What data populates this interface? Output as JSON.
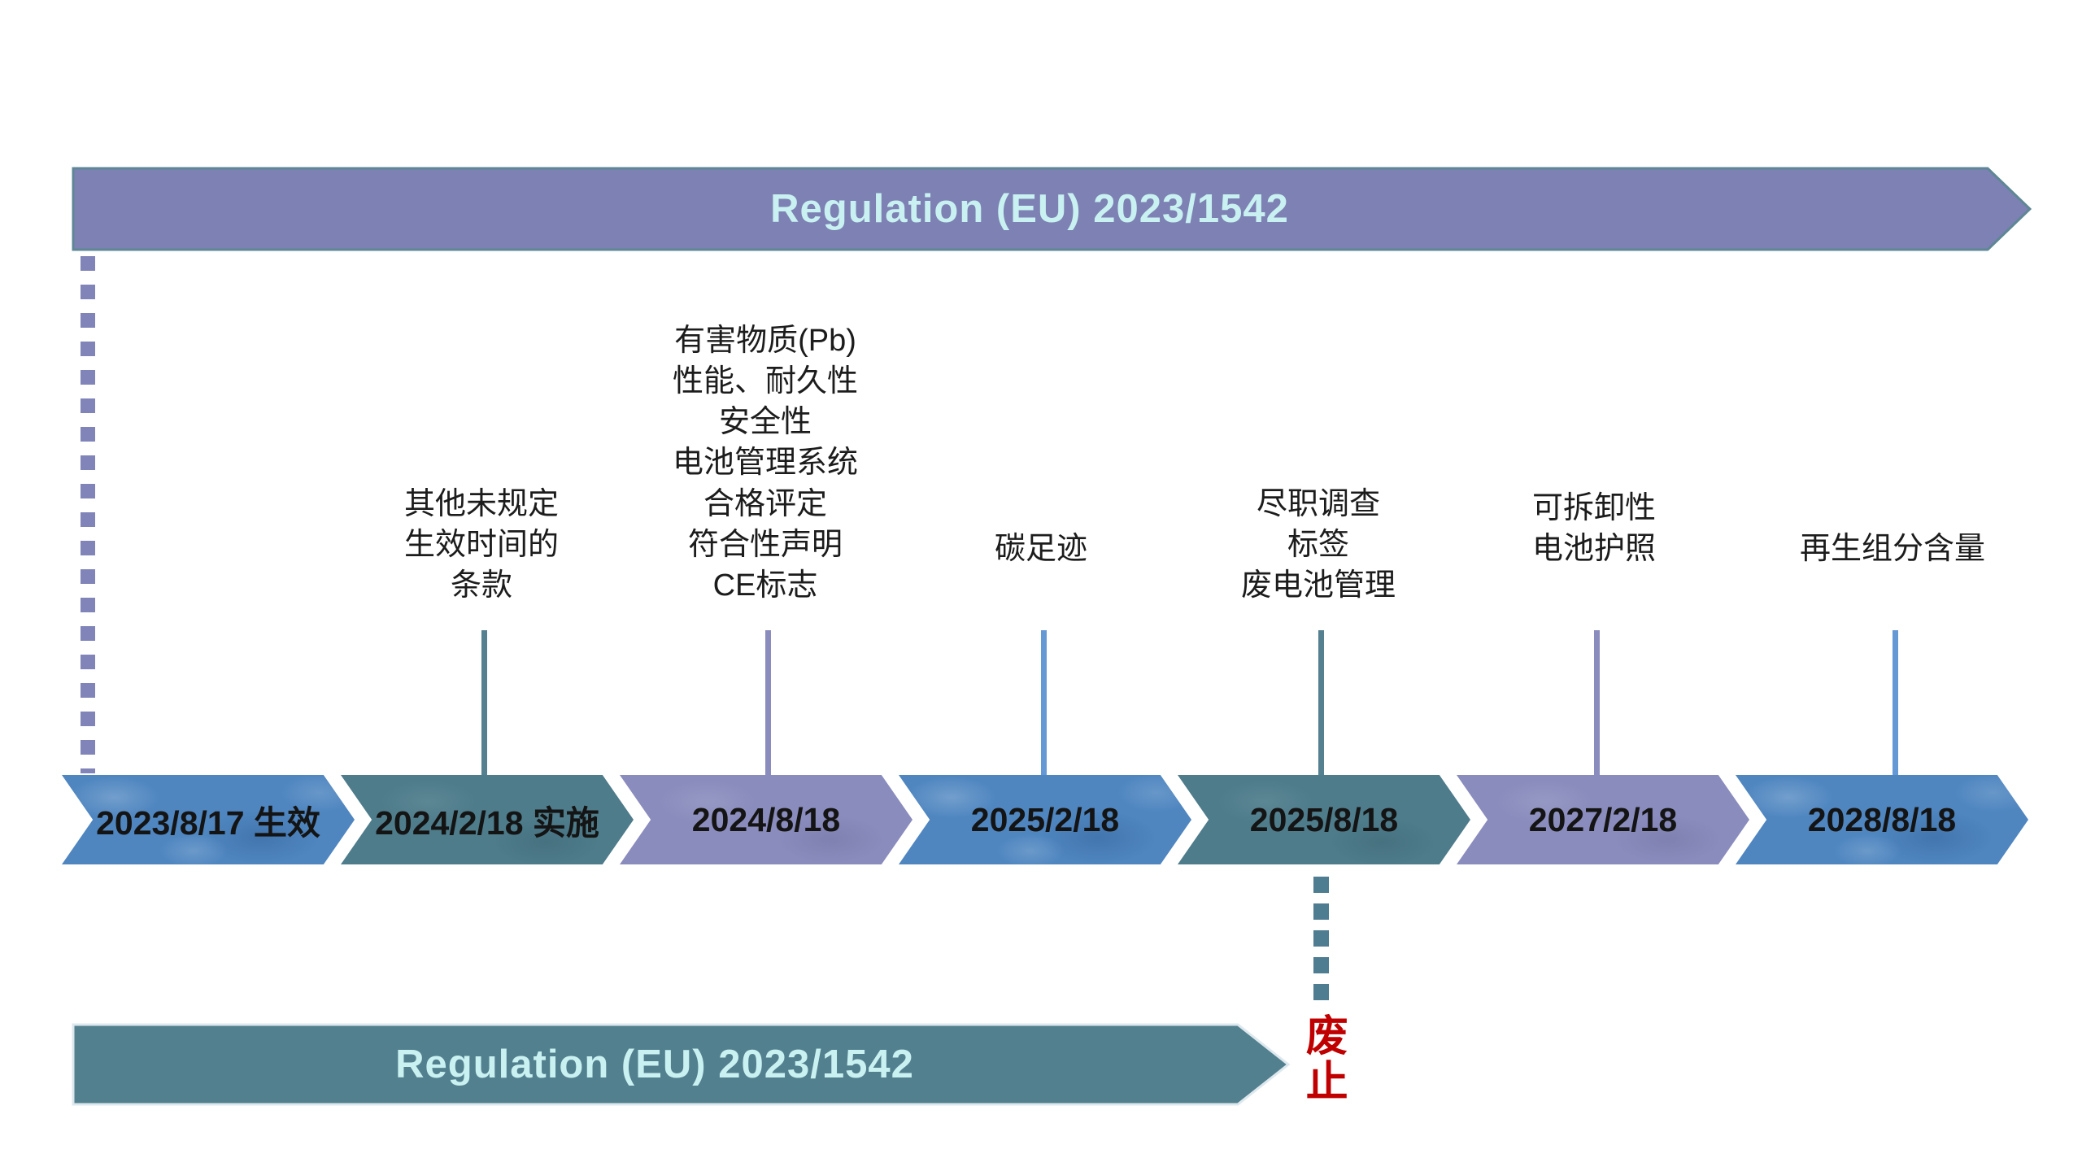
{
  "slide": {
    "top_banner": {
      "label": "Regulation (EU) 2023/1542"
    },
    "bottom_banner": {
      "label": "Regulation (EU) 2023/1542",
      "annotation": "废止"
    },
    "timeline": {
      "milestones": [
        {
          "date": "2023/8/17 生效",
          "color": "blue",
          "label": ""
        },
        {
          "date": "2024/2/18 实施",
          "color": "teal",
          "label": "其他未规定\n生效时间的\n条款"
        },
        {
          "date": "2024/8/18",
          "color": "purple",
          "label": "有害物质(Pb)\n性能、耐久性\n安全性\n电池管理系统\n合格评定\n符合性声明\nCE标志"
        },
        {
          "date": "2025/2/18",
          "color": "blue",
          "label": "碳足迹"
        },
        {
          "date": "2025/8/18",
          "color": "teal",
          "label": "尽职调查\n标签\n废电池管理"
        },
        {
          "date": "2027/2/18",
          "color": "purple",
          "label": "可拆卸性\n电池护照"
        },
        {
          "date": "2028/8/18",
          "color": "blue",
          "label": "再生组分含量"
        }
      ]
    },
    "colors": {
      "banner_purple": "#7d81b3",
      "banner_teal": "#52808f",
      "banner_border_teal": "#5e8795",
      "banner_border_light": "#dde8ee",
      "chevron_blue": "#4f86c0",
      "chevron_teal": "#4e7c8b",
      "chevron_purple": "#8a8cbd",
      "connector_teal": "#55808f",
      "connector_purple": "#8a8cbd",
      "connector_blue": "#6499d6",
      "dash_purple": "#8084b8",
      "dash_teal": "#4e7d92",
      "banner_text": "#c9f1f1",
      "date_text": "#141414",
      "label_text": "#1c1c1c",
      "repeal_red": "#c00000"
    }
  }
}
